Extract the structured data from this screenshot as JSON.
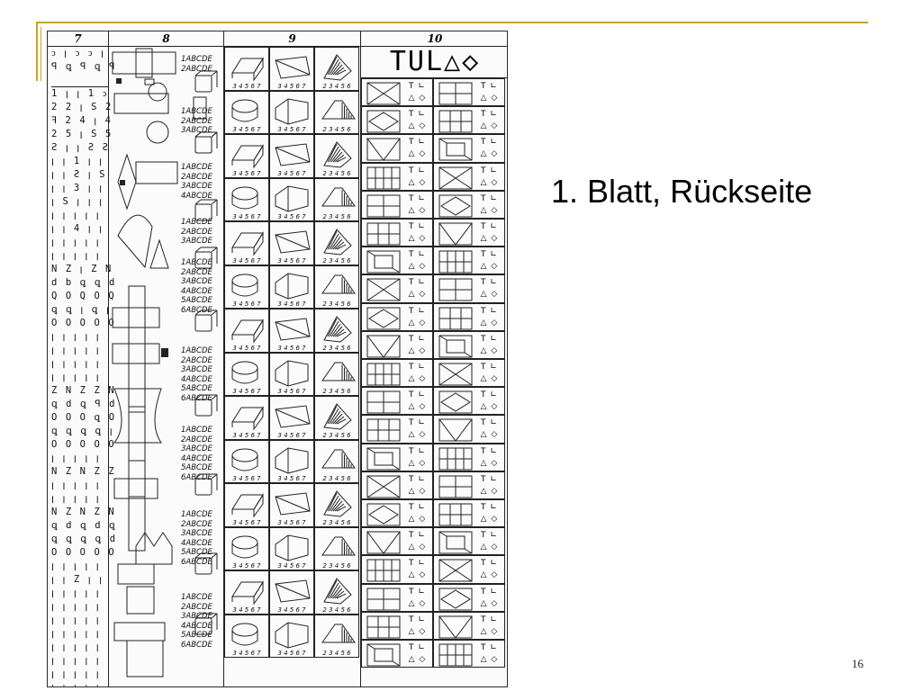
{
  "slide": {
    "title": "1. Blatt, Rückseite",
    "page_number": "16"
  },
  "sheet": {
    "column_numbers": [
      "7",
      "8",
      "9",
      "10"
    ],
    "tula_header": "TUL△◇",
    "answer_options": "ABCDE",
    "row_numbers": [
      "1",
      "2",
      "3",
      "4",
      "5",
      "6"
    ],
    "choice_strip_labels": [
      "3 4 5 6 7",
      "3 4 5 6 7",
      "2 3 4 5 6"
    ],
    "corner_options": "T ∟ △ ◇",
    "col7_lines": [
      "ↄ ꞁ ↄ ↄ ꞁ",
      "ꟼ ꝗ ꟼ ꝗ ꟼ",
      "1 ꞁ ꞁ 1 ↄ",
      "2 2 ꞁ S 2",
      "ꟻ 2 4 ꞁ 4",
      "2 5 ꞁ S 5",
      "Ƨ ꞁ ꞁ Ƨ Ƨ",
      "ꞁ ꞁ 1 ꞁ ꞁ",
      "ꞁ ꞁ Ƨ ꞁ S",
      "ꞁ ꞁ 3 ꞁ ꞁ",
      "ꞁ S ꞁ ꞁ ꞁ",
      "ꞁ ꞁ ꞁ ꞁ ꞁ",
      "ꞁ ꞁ 4 ꞁ ꞁ",
      "ꞁ ꞁ ꞁ ꞁ ꞁ",
      "ꞁ ꞁ ꞁ ꞁ ꞁ",
      "N Z ꞁ Z N",
      "d b ꝗ ꝗ d",
      "Q O Q O Q",
      "ꝗ ꝗ ꞁ ꝗ ꞁ",
      "O O O O O",
      "ꞁ ꞁ ꞁ ꞁ ꞁ",
      "ꞁ ꞁ ꞁ ꞁ ꞁ",
      "ꞁ ꞁ ꞁ ꞁ ꞁ",
      "ꞁ ꞁ ꞁ ꞁ ꞁ",
      "Z N Z Z N",
      "ꝗ d ꝗ ꟼ d",
      "O O O ꝗ O",
      "ꝗ ꝗ ꝗ ꝗ ꞁ",
      "O O O O O",
      "ꞁ ꞁ ꞁ ꞁ ꞁ",
      "N Z N Z Z",
      "ꞁ ꞁ ꞁ ꞁ ꞁ",
      "ꞁ ꞁ ꞁ ꞁ ꞁ",
      "N Z N Z N",
      "ꝗ d ꝗ d ꝗ",
      "ꝗ ꝗ ꝗ ꝗ d",
      "O O O O O",
      "ꞁ ꞁ ꞁ ꞁ ꞁ",
      "ꞁ ꞁ Z ꞁ ꞁ",
      "ꞁ ꞁ ꞁ ꞁ ꞁ",
      "ꞁ ꞁ ꞁ ꞁ ꞁ",
      "ꞁ ꞁ ꞁ ꞁ ꞁ",
      "ꞁ ꞁ ꞁ ꞁ ꞁ",
      "ꞁ ꞁ ꞁ ꞁ ꞁ",
      "ꞁ ꞁ ꞁ ꞁ ꞁ",
      "ꞁ ꞁ ꞁ ꞁ ꞁ",
      "ꞁ ꞁ ꞁ ꞁ ꞁ"
    ]
  }
}
